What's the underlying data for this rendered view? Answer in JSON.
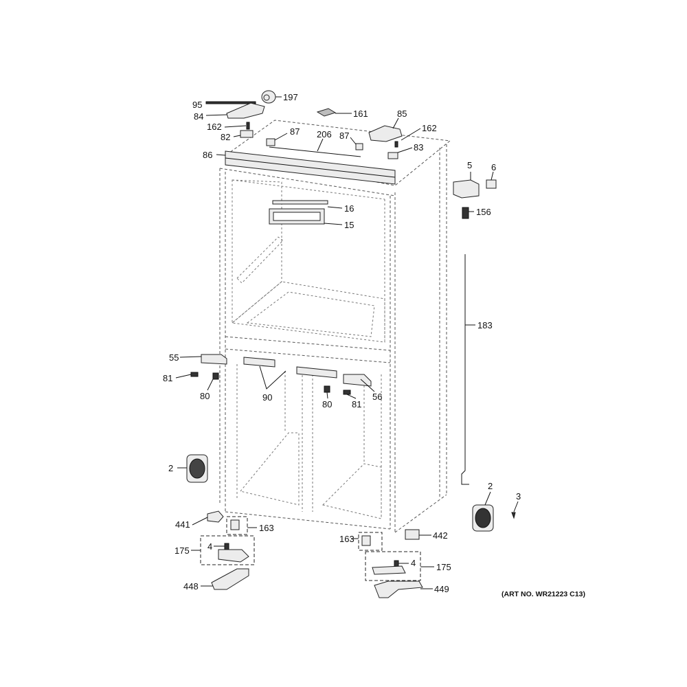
{
  "art_number": "(ART NO. WR21223 C13)",
  "callouts": {
    "c95": "95",
    "c197": "197",
    "c84": "84",
    "c161": "161",
    "c85": "85",
    "c162a": "162",
    "c162b": "162",
    "c87a": "87",
    "c87b": "87",
    "c82": "82",
    "c206": "206",
    "c83": "83",
    "c86": "86",
    "c5": "5",
    "c6": "6",
    "c156": "156",
    "c16": "16",
    "c15": "15",
    "c183": "183",
    "c55": "55",
    "c81a": "81",
    "c80a": "80",
    "c90": "90",
    "c80b": "80",
    "c81b": "81",
    "c56": "56",
    "c2a": "2",
    "c2b": "2",
    "c3": "3",
    "c441": "441",
    "c163a": "163",
    "c163b": "163",
    "c442": "442",
    "c4a": "4",
    "c4b": "4",
    "c175a": "175",
    "c175b": "175",
    "c448": "448",
    "c449": "449"
  }
}
